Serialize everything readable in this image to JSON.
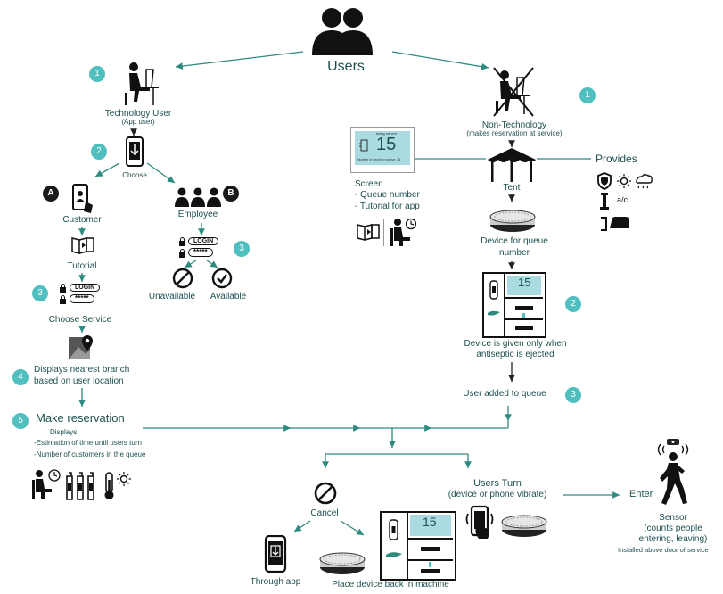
{
  "title": "Users",
  "colors": {
    "accent": "#4fbfbf",
    "arrow": "#2d8a7e",
    "text": "#1e4f4f",
    "screen": "#a9dbe0"
  },
  "icons": [
    "users-group-icon",
    "person-computer-icon",
    "person-computer-crossed-icon",
    "phone-icon",
    "customer-phone-icon",
    "employees-icon",
    "tutorial-icon",
    "login-icon",
    "password-icon",
    "unavailable-icon",
    "available-icon",
    "map-pin-icon",
    "tent-icon",
    "queue-device-icon",
    "machine-icon",
    "shield-icon",
    "sun-icon",
    "rain-icon",
    "ac-icon",
    "waiting-chair-icon",
    "cancel-icon",
    "vibrating-phone-icon",
    "sensor-person-icon",
    "thermometer-sun-icon",
    "sanitizer-bottles-icon"
  ],
  "left": {
    "tech_user": "Technology User",
    "tech_user_sub": "(App user)",
    "choose": "Choose",
    "customer": "Customer",
    "employee": "Employee",
    "tutorial": "Tutorial",
    "login": "LOGIN",
    "password": "*****",
    "choose_service": "Choose Service",
    "unavailable": "Unavailable",
    "available": "Available",
    "nearest_branch_1": "Displays nearest branch",
    "nearest_branch_2": "based on user location",
    "make_reservation": "Make reservation",
    "displays": "Displays",
    "estimation": "-Estimation of time until users turn",
    "num_customers": "-Number of customers in the queue"
  },
  "right": {
    "non_tech": "Non-Technology",
    "non_tech_sub": "(makes reservation at service)",
    "screen_number": "15",
    "screen_small_top": "being served",
    "screen_small_bottom": "Number of people in queue: 36",
    "screen": "Screen",
    "queue_number": "- Queue number",
    "tutorial_app": "- Tutorial for app",
    "tent": "Tent",
    "provides": "Provides",
    "ac": "a/c",
    "device_queue_1": "Device for queue",
    "device_queue_2": "number",
    "device_given_1": "Device is given only when",
    "device_given_2": "antiseptic is ejected",
    "user_added": "User added to queue"
  },
  "bottom": {
    "cancel": "Cancel",
    "through_app": "Through app",
    "place_back": "Place device back in machine",
    "users_turn": "Users Turn",
    "users_turn_sub": "(device or phone vibrate)",
    "enter": "Enter",
    "sensor": "Sensor",
    "sensor_sub1": "(counts people",
    "sensor_sub2": "entering, leaving)",
    "sensor_sub3": "Installed above door of service",
    "machine_number": "15"
  },
  "badges": {
    "l1": "1",
    "l2": "2",
    "l3": "3",
    "l3b": "3",
    "l4": "4",
    "l5": "5",
    "a": "A",
    "b": "B",
    "r1": "1",
    "r2": "2",
    "r3": "3"
  }
}
